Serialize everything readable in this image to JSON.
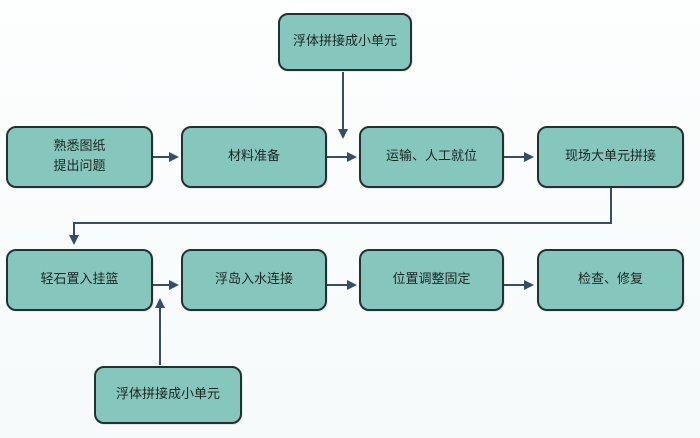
{
  "diagram": {
    "nodes": {
      "top_input": "浮体拼接成小单元",
      "familiarize": "熟悉图纸\n提出问题",
      "material": "材料准备",
      "transport": "运输、人工就位",
      "assemble": "现场大单元拼接",
      "gravel": "轻石置入挂篮",
      "connect": "浮岛入水连接",
      "adjust": "位置调整固定",
      "inspect": "检查、修复",
      "bottom_input": "浮体拼接成小单元"
    },
    "colors": {
      "node_fill": "#86c7bd",
      "node_border": "#25312f",
      "arrow": "#344d6d"
    }
  }
}
